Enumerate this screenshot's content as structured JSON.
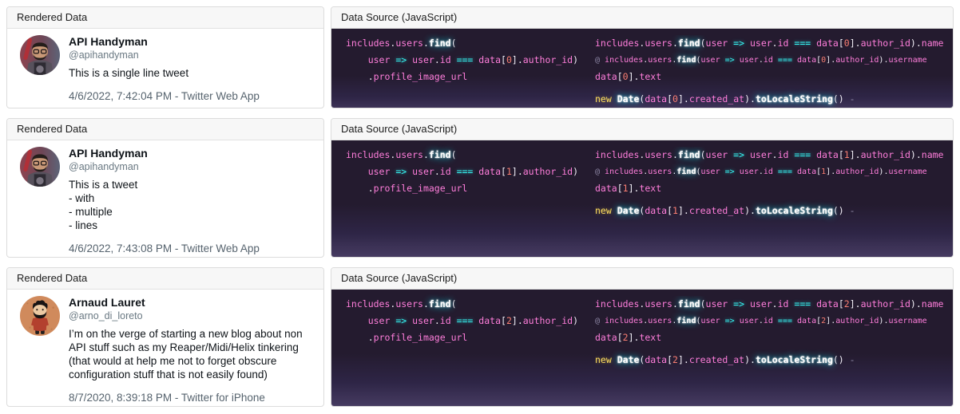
{
  "labels": {
    "rendered_header": "Rendered Data",
    "source_header": "Data Source (JavaScript)"
  },
  "colors": {
    "pink": "#ff7edb",
    "cyan": "#36f9f6",
    "orange": "#f97e72",
    "yellow": "#fede5d",
    "comment": "#908aa8",
    "code_bg_top": "#241b2f",
    "code_bg_bottom": "#463b61",
    "tweet_meta": "#56636e"
  },
  "rows": [
    {
      "index": "0",
      "tweet": {
        "name": "API Handyman",
        "handle": "@apihandyman",
        "avatar": "api-handyman-photo",
        "lines": [
          "This is a single line tweet"
        ],
        "timestamp": "4/6/2022, 7:42:04 PM - Twitter Web App"
      }
    },
    {
      "index": "1",
      "tweet": {
        "name": "API Handyman",
        "handle": "@apihandyman",
        "avatar": "api-handyman-photo",
        "lines": [
          "This is a tweet",
          "- with",
          "- multiple",
          "- lines"
        ],
        "timestamp": "4/6/2022, 7:43:08 PM - Twitter Web App"
      }
    },
    {
      "index": "2",
      "tweet": {
        "name": "Arnaud Lauret",
        "handle": "@arno_di_loreto",
        "avatar": "arnaud-lauret-cartoon",
        "lines": [
          "I’m on the verge of starting a new blog about non API stuff such as my Reaper/Midi/Helix tinkering (that would at help me not to forget obscure configuration stuff that is not easily found)"
        ],
        "timestamp": "8/7/2020, 8:39:18 PM - Twitter for iPhone"
      }
    }
  ],
  "code_template": {
    "left": [
      {
        "cls": "",
        "tokens": [
          [
            "id",
            "includes"
          ],
          [
            "p",
            "."
          ],
          [
            "id",
            "users"
          ],
          [
            "p",
            "."
          ],
          [
            "fn",
            "find"
          ],
          [
            "p",
            "("
          ]
        ]
      },
      {
        "cls": "",
        "tokens": [
          [
            "p",
            "    "
          ],
          [
            "id",
            "user"
          ],
          [
            "p",
            " "
          ],
          [
            "op",
            "=>"
          ],
          [
            "p",
            " "
          ],
          [
            "id",
            "user"
          ],
          [
            "p",
            "."
          ],
          [
            "id",
            "id"
          ],
          [
            "p",
            " "
          ],
          [
            "op",
            "==="
          ],
          [
            "p",
            " "
          ],
          [
            "id",
            "data"
          ],
          [
            "p",
            "["
          ],
          [
            "num",
            "{i}"
          ],
          [
            "p",
            "]"
          ],
          [
            "p",
            "."
          ],
          [
            "id",
            "author_id"
          ],
          [
            "p",
            ")"
          ]
        ]
      },
      {
        "cls": "",
        "tokens": [
          [
            "p",
            "    "
          ],
          [
            "p",
            "."
          ],
          [
            "id",
            "profile_image_url"
          ]
        ]
      }
    ],
    "right": [
      {
        "cls": "",
        "tokens": [
          [
            "id",
            "includes"
          ],
          [
            "p",
            "."
          ],
          [
            "id",
            "users"
          ],
          [
            "p",
            "."
          ],
          [
            "fn",
            "find"
          ],
          [
            "p",
            "("
          ],
          [
            "id",
            "user"
          ],
          [
            "p",
            " "
          ],
          [
            "op",
            "=>"
          ],
          [
            "p",
            " "
          ],
          [
            "id",
            "user"
          ],
          [
            "p",
            "."
          ],
          [
            "id",
            "id"
          ],
          [
            "p",
            " "
          ],
          [
            "op",
            "==="
          ],
          [
            "p",
            " "
          ],
          [
            "id",
            "data"
          ],
          [
            "p",
            "["
          ],
          [
            "num",
            "{i}"
          ],
          [
            "p",
            "]"
          ],
          [
            "p",
            "."
          ],
          [
            "id",
            "author_id"
          ],
          [
            "p",
            ")"
          ],
          [
            "p",
            "."
          ],
          [
            "id",
            "name"
          ]
        ]
      },
      {
        "cls": "small",
        "tokens": [
          [
            "cm",
            "@ "
          ],
          [
            "id",
            "includes"
          ],
          [
            "p",
            "."
          ],
          [
            "id",
            "users"
          ],
          [
            "p",
            "."
          ],
          [
            "fn",
            "find"
          ],
          [
            "p",
            "("
          ],
          [
            "id",
            "user"
          ],
          [
            "p",
            " "
          ],
          [
            "op",
            "=>"
          ],
          [
            "p",
            " "
          ],
          [
            "id",
            "user"
          ],
          [
            "p",
            "."
          ],
          [
            "id",
            "id"
          ],
          [
            "p",
            " "
          ],
          [
            "op",
            "==="
          ],
          [
            "p",
            " "
          ],
          [
            "id",
            "data"
          ],
          [
            "p",
            "["
          ],
          [
            "num",
            "{i}"
          ],
          [
            "p",
            "]"
          ],
          [
            "p",
            "."
          ],
          [
            "id",
            "author_id"
          ],
          [
            "p",
            ")"
          ],
          [
            "p",
            "."
          ],
          [
            "id",
            "username"
          ]
        ]
      },
      {
        "cls": "",
        "tokens": [
          [
            "id",
            "data"
          ],
          [
            "p",
            "["
          ],
          [
            "num",
            "{i}"
          ],
          [
            "p",
            "]"
          ],
          [
            "p",
            "."
          ],
          [
            "id",
            "text"
          ]
        ]
      },
      {
        "cls": "gap",
        "tokens": []
      },
      {
        "cls": "",
        "tokens": [
          [
            "kw",
            "new"
          ],
          [
            "p",
            " "
          ],
          [
            "fn",
            "Date"
          ],
          [
            "p",
            "("
          ],
          [
            "id",
            "data"
          ],
          [
            "p",
            "["
          ],
          [
            "num",
            "{i}"
          ],
          [
            "p",
            "]"
          ],
          [
            "p",
            "."
          ],
          [
            "id",
            "created_at"
          ],
          [
            "p",
            ")"
          ],
          [
            "p",
            "."
          ],
          [
            "fn",
            "toLocaleString"
          ],
          [
            "p",
            "()"
          ],
          [
            "cm",
            " -"
          ]
        ]
      }
    ]
  }
}
